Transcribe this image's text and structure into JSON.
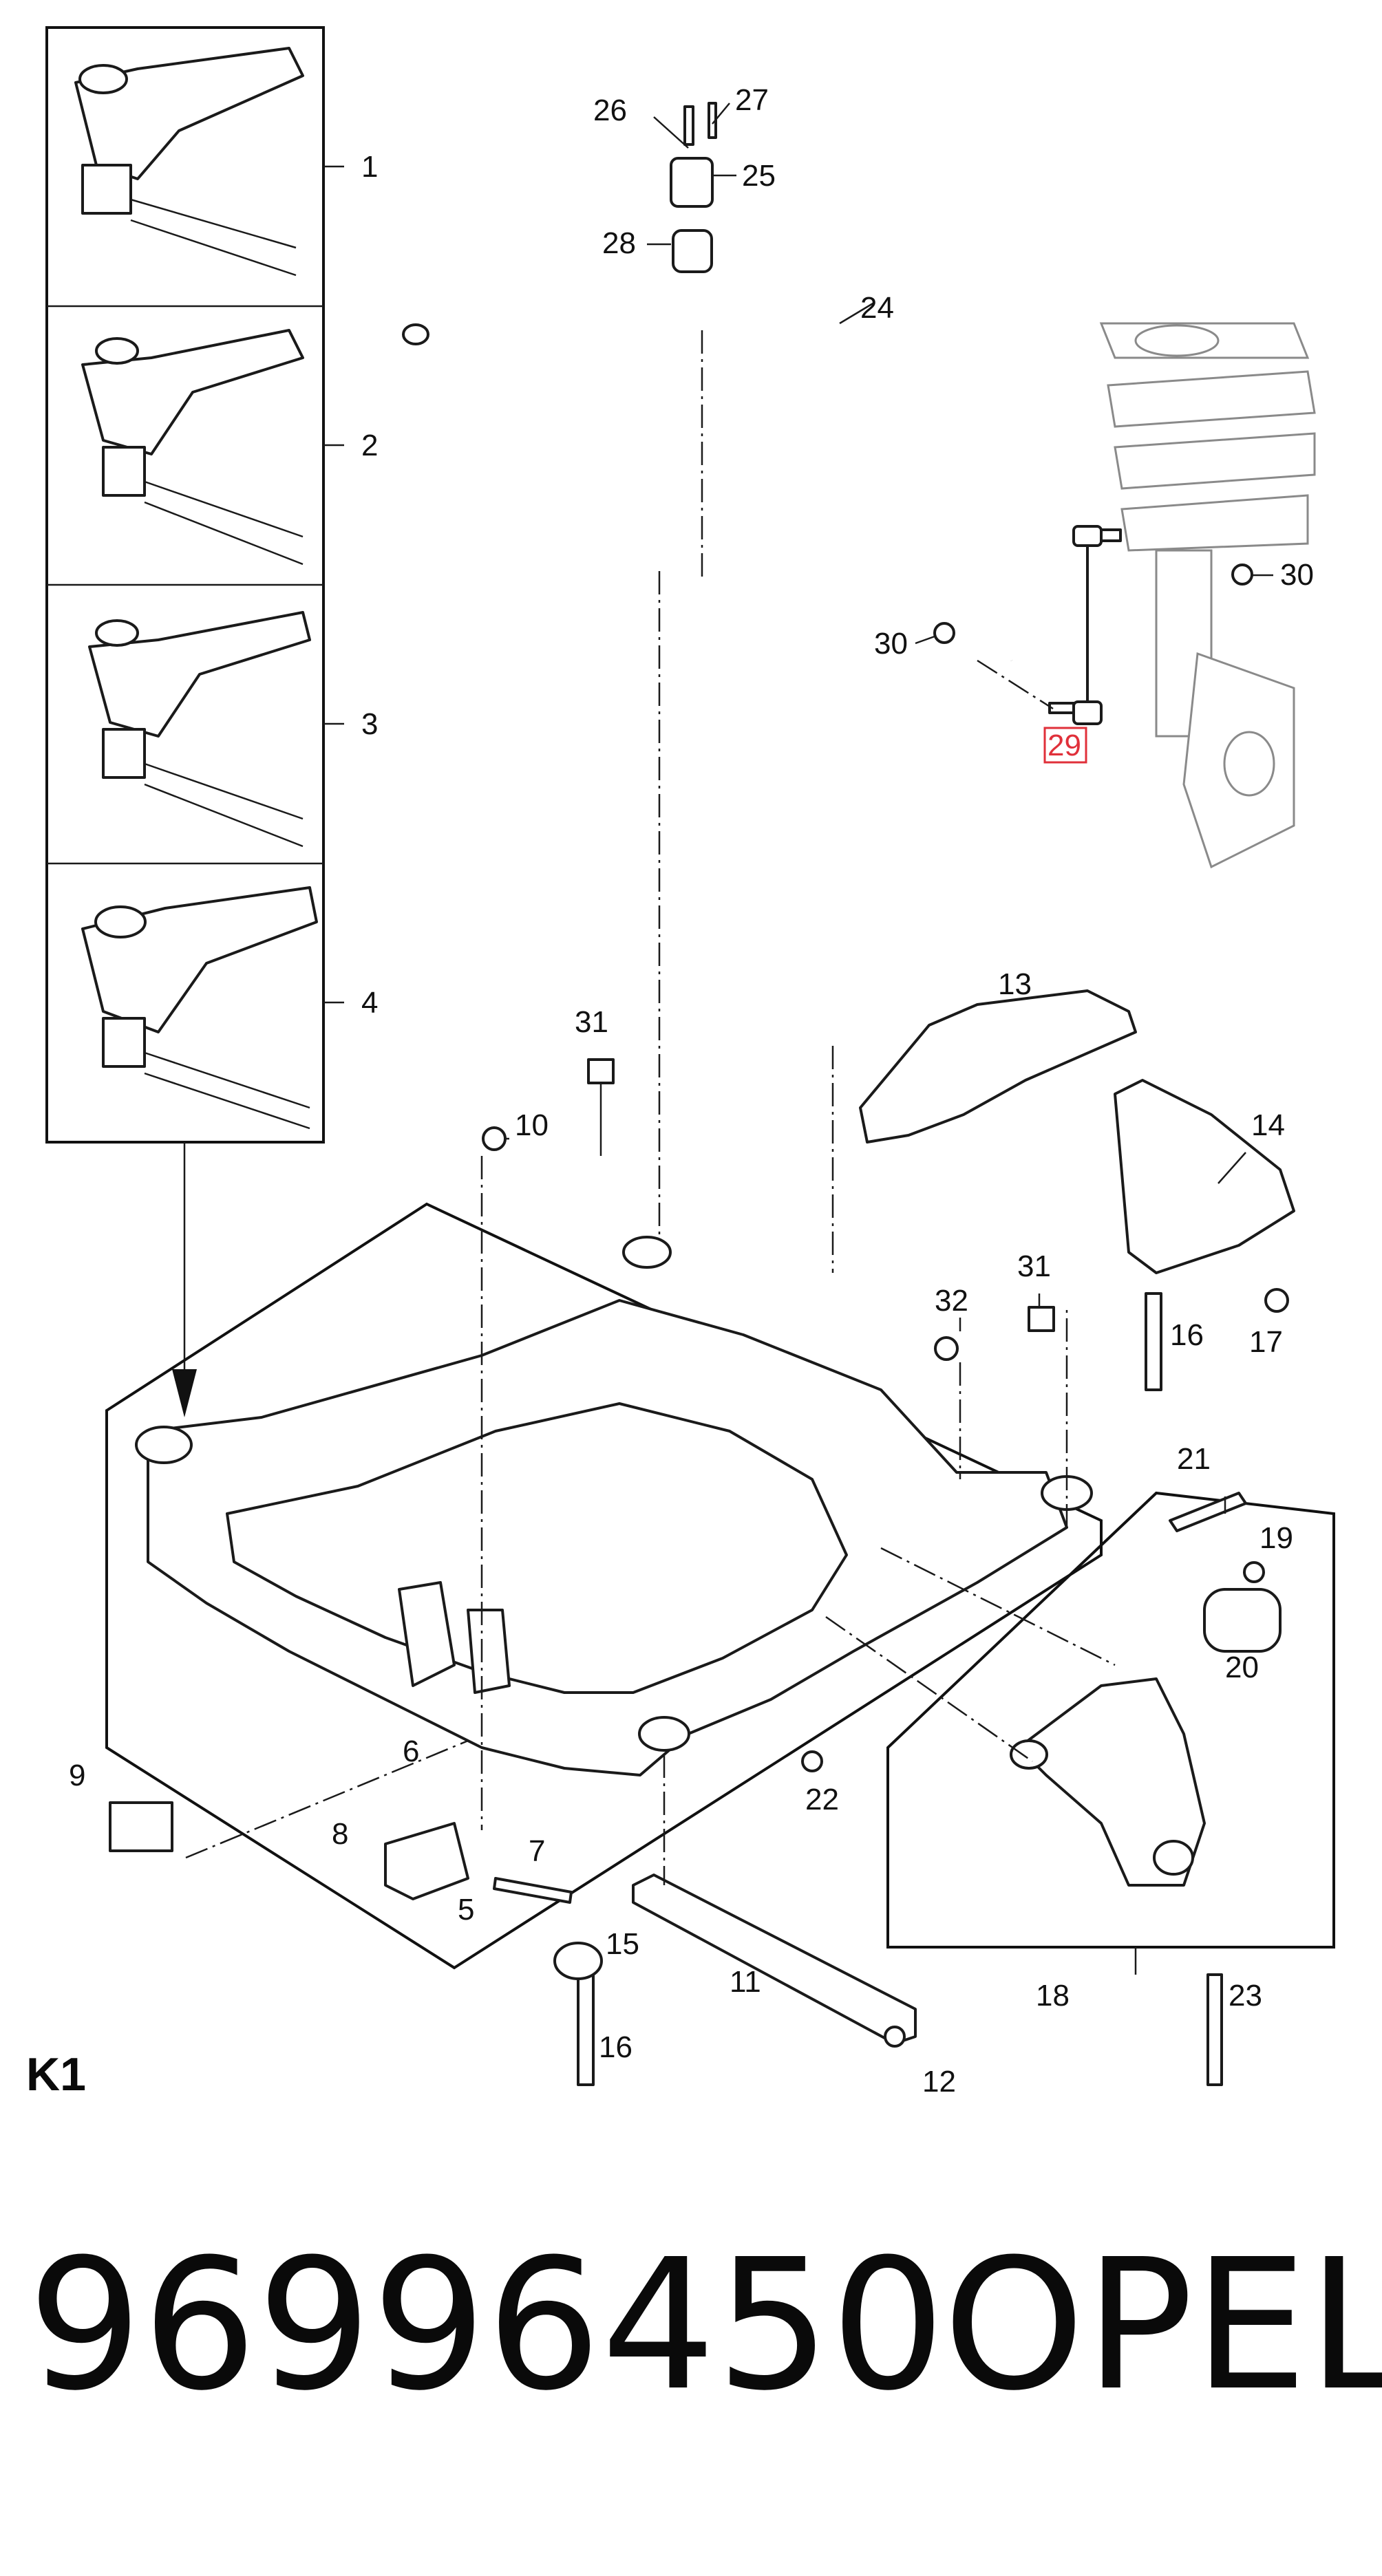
{
  "section_label": "K1",
  "part_number": "96996450",
  "brand": "OPEL",
  "highlighted_callout": "29",
  "highlight_color": "#e0303a",
  "variant_panels": [
    {
      "label": "1"
    },
    {
      "label": "2"
    },
    {
      "label": "3"
    },
    {
      "label": "4"
    }
  ],
  "callouts": {
    "c5": "5",
    "c6": "6",
    "c7": "7",
    "c8": "8",
    "c9": "9",
    "c10": "10",
    "c11": "11",
    "c12": "12",
    "c13": "13",
    "c14": "14",
    "c15": "15",
    "c16a": "16",
    "c16b": "16",
    "c17": "17",
    "c18": "18",
    "c19": "19",
    "c20": "20",
    "c21": "21",
    "c22": "22",
    "c23": "23",
    "c24": "24",
    "c25": "25",
    "c26": "26",
    "c27": "27",
    "c28": "28",
    "c29": "29",
    "c30a": "30",
    "c30b": "30",
    "c31a": "31",
    "c31b": "31",
    "c32": "32"
  }
}
